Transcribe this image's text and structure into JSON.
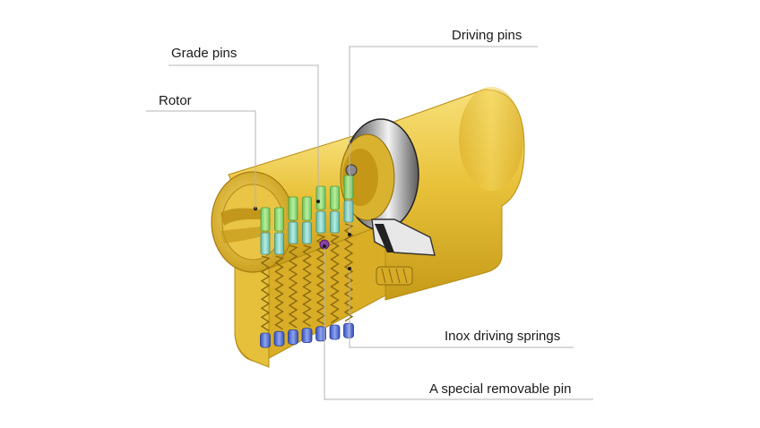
{
  "labels": {
    "grade_pins": "Grade pins",
    "rotor": "Rotor",
    "driving_pins": "Driving pins",
    "inox_driving_springs": "Inox driving springs",
    "special_removable_pin": "A special removable pin"
  },
  "colors": {
    "brass_light": "#f4d35a",
    "brass_mid": "#e2b72a",
    "brass_dark": "#b98c12",
    "leader_line": "#b5b5b5",
    "grade_pin": "#9fe08a",
    "driving_pin": "#8fd3c6",
    "spring_pin": "#5a78d8",
    "removable_pin": "#8a3fa8",
    "steel": "#c8c8c8"
  }
}
